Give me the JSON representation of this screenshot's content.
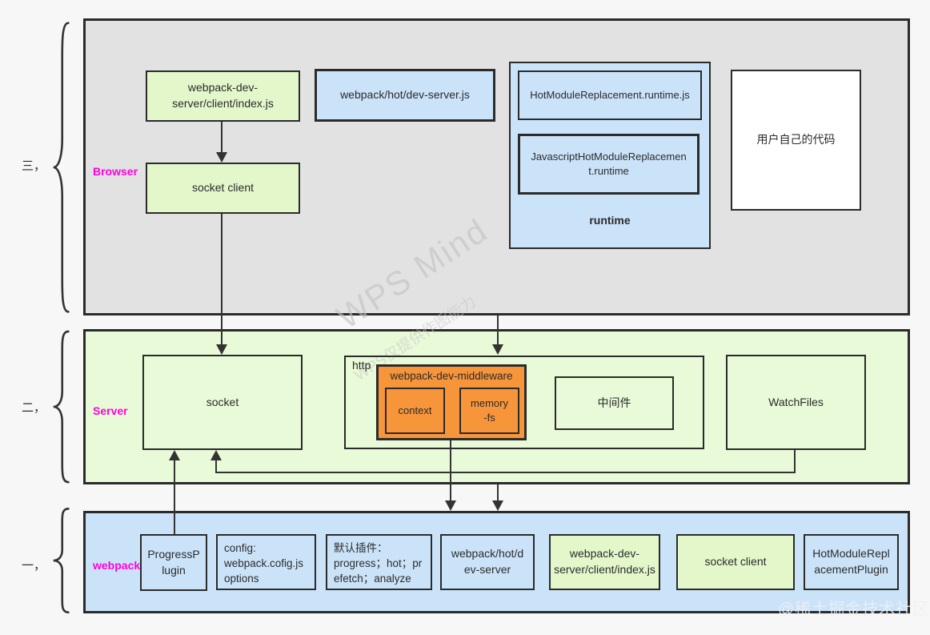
{
  "row_labels": {
    "three": "三，",
    "two": "二，",
    "one": "一，"
  },
  "colors": {
    "section_label": "#ff00dd",
    "browser_bg": "#e2e2e2",
    "server_bg": "#e9fad8",
    "webpack_bg": "#cbe3f9",
    "green_box": "#e3f7ca",
    "blue_box": "#cbe3f9",
    "orange_box": "#f7953b",
    "line": "#333333"
  },
  "browser": {
    "label": "Browser",
    "wds_client": "webpack-dev-\nserver/client/index.js",
    "socket_client": "socket client",
    "hot_dev_server": "webpack/hot/dev-server.js",
    "hmr_runtime_js": "HotModuleReplacement.runtime.js",
    "js_hmr_runtime": "JavascriptHotModuleReplacemen\nt.runtime",
    "runtime_label": "runtime",
    "user_code": "用户自己的代码"
  },
  "server": {
    "label": "Server",
    "socket": "socket",
    "http_label": "http",
    "middleware_title": "webpack-dev-middleware",
    "context": "context",
    "memory_fs": "memory\n-fs",
    "middleware_cn": "中间件",
    "watchfiles": "WatchFiles"
  },
  "webpack": {
    "label": "webpack",
    "progress_plugin": "ProgressP\nlugin",
    "config": "config:\nwebpack.cofig.js\noptions",
    "default_plugins": "默认插件：\nprogress；hot；pr\nefetch；analyze",
    "hot_dev_server": "webpack/hot/d\nev-server",
    "wds_client": "webpack-dev-\nserver/client/index.js",
    "socket_client": "socket client",
    "hmr_plugin": "HotModuleRepl\nacementPlugin"
  },
  "watermarks": {
    "center_main": "WPS Mind",
    "center_sub": "WPS仅提供作图能力",
    "bottom_right": "@稀土掘金技术社区"
  }
}
